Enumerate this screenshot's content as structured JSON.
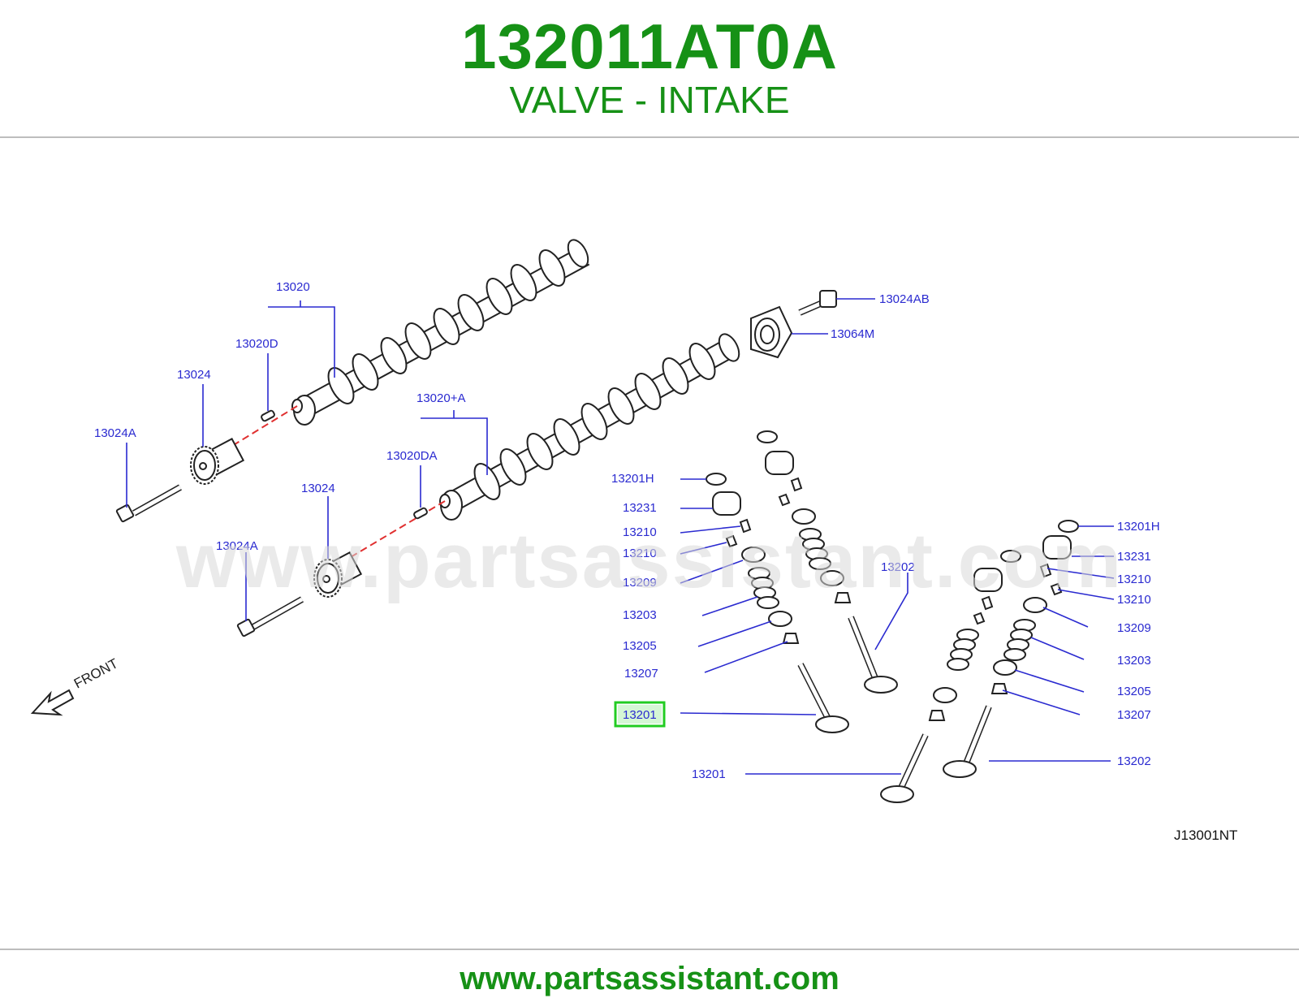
{
  "header": {
    "part_number": "132011AT0A",
    "part_description": "VALVE - INTAKE"
  },
  "diagram": {
    "watermark": "www.partsassistant.com",
    "diagram_code": "J13001NT",
    "front_label": "FRONT",
    "highlighted_callout": "13201",
    "highlight_color": "#22cc22",
    "callout_color": "#2a2ad0",
    "callouts": {
      "c13020": "13020",
      "c13020d": "13020D",
      "c13024_top": "13024",
      "c13024a_top": "13024A",
      "c13020a": "13020+A",
      "c13020da": "13020DA",
      "c13024_bot": "13024",
      "c13024a_bot": "13024A",
      "c13024ab": "13024AB",
      "c13064m": "13064M",
      "l13201h": "13201H",
      "l13231": "13231",
      "l13210a": "13210",
      "l13210b": "13210",
      "l13209": "13209",
      "l13203": "13203",
      "l13205": "13205",
      "l13207": "13207",
      "l13201": "13201",
      "m13202": "13202",
      "m13201": "13201",
      "r13201h": "13201H",
      "r13231": "13231",
      "r13210a": "13210",
      "r13210b": "13210",
      "r13209": "13209",
      "r13203": "13203",
      "r13205": "13205",
      "r13207": "13207",
      "r13202": "13202"
    }
  },
  "footer": {
    "url": "www.partsassistant.com"
  }
}
